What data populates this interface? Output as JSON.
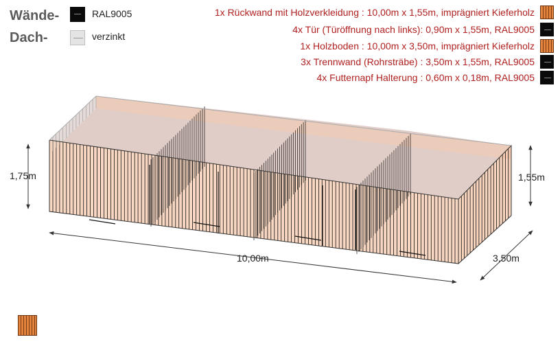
{
  "legend": {
    "walls_label": "Wände-",
    "walls_material": "RAL9005",
    "roof_label": "Dach-",
    "roof_material": "verzinkt"
  },
  "parts": [
    {
      "text": "1x Rückwand mit Holzverkleidung : 10,00m x 1,55m, imprägniert Kieferholz",
      "swatch": "wood"
    },
    {
      "text": "4x Tür (Türöffnung nach links): 0,90m x 1,55m, RAL9005",
      "swatch": "black"
    },
    {
      "text": "1x Holzboden : 10,00m x 3,50m, imprägniert Kieferholz",
      "swatch": "wood"
    },
    {
      "text": "3x Trennwand (Rohrsträbe) : 3,50m x 1,55m, RAL9005",
      "swatch": "black"
    },
    {
      "text": "4x Futternapf Halterung : 0,60m x 0,18m, RAL9005",
      "swatch": "black"
    }
  ],
  "dimensions": {
    "front_height": "1,75m",
    "back_height": "1,55m",
    "length": "10,00m",
    "depth": "3,50m"
  },
  "colors": {
    "part_text": "#b02020",
    "wood": "#e2843d",
    "roof": "#c9a49a",
    "bars": "#111111"
  }
}
